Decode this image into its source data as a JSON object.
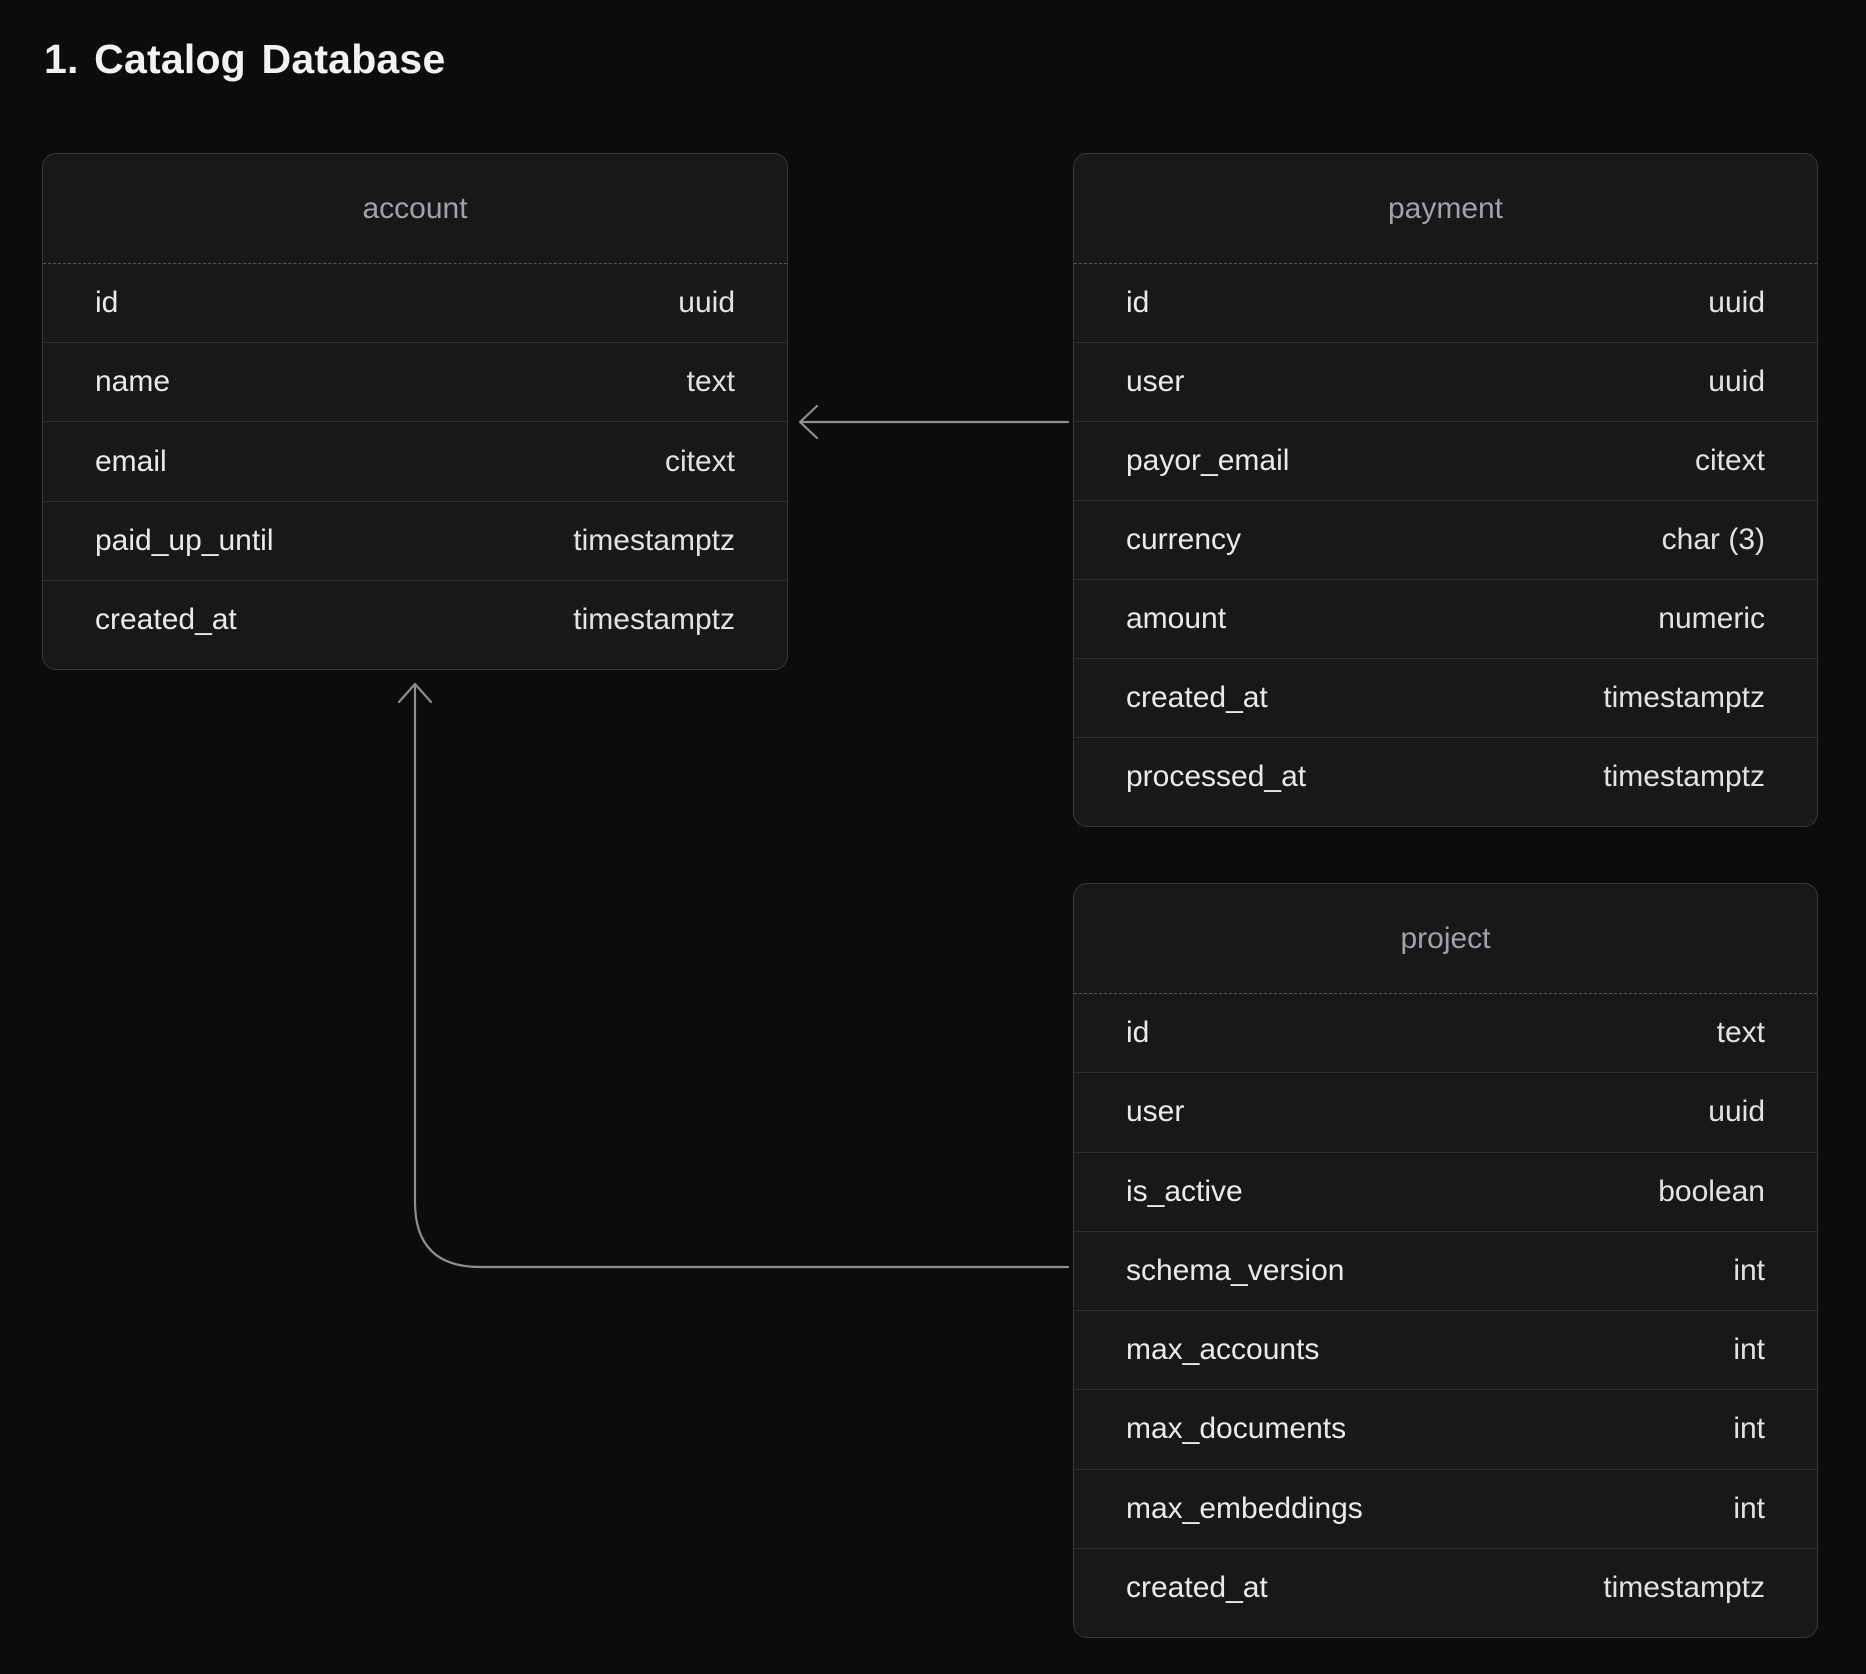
{
  "title": "1. Catalog Database",
  "colors": {
    "background": "#0c0c0d",
    "table_background": "#18181a",
    "table_border": "#38383b",
    "row_divider": "#2e2e31",
    "header_dashed_divider": "#55555a",
    "table_header_text": "#a2a2a6",
    "field_text": "#eaeaec",
    "connector_line": "#8e8e92"
  },
  "tables": [
    {
      "name": "account",
      "fields": [
        {
          "name": "id",
          "type": "uuid"
        },
        {
          "name": "name",
          "type": "text"
        },
        {
          "name": "email",
          "type": "citext"
        },
        {
          "name": "paid_up_until",
          "type": "timestamptz"
        },
        {
          "name": "created_at",
          "type": "timestamptz"
        }
      ]
    },
    {
      "name": "payment",
      "fields": [
        {
          "name": "id",
          "type": "uuid"
        },
        {
          "name": "user",
          "type": "uuid"
        },
        {
          "name": "payor_email",
          "type": "citext"
        },
        {
          "name": "currency",
          "type": "char (3)"
        },
        {
          "name": "amount",
          "type": "numeric"
        },
        {
          "name": "created_at",
          "type": "timestamptz"
        },
        {
          "name": "processed_at",
          "type": "timestamptz"
        }
      ]
    },
    {
      "name": "project",
      "fields": [
        {
          "name": "id",
          "type": "text"
        },
        {
          "name": "user",
          "type": "uuid"
        },
        {
          "name": "is_active",
          "type": "boolean"
        },
        {
          "name": "schema_version",
          "type": "int"
        },
        {
          "name": "max_accounts",
          "type": "int"
        },
        {
          "name": "max_documents",
          "type": "int"
        },
        {
          "name": "max_embeddings",
          "type": "int"
        },
        {
          "name": "created_at",
          "type": "timestamptz"
        }
      ]
    }
  ],
  "relations": [
    {
      "from_table": "payment",
      "from_field": "user",
      "to_table": "account",
      "arrow": "left-pointing"
    },
    {
      "from_table": "project",
      "from_field": "user",
      "to_table": "account",
      "arrow": "up-pointing"
    }
  ]
}
